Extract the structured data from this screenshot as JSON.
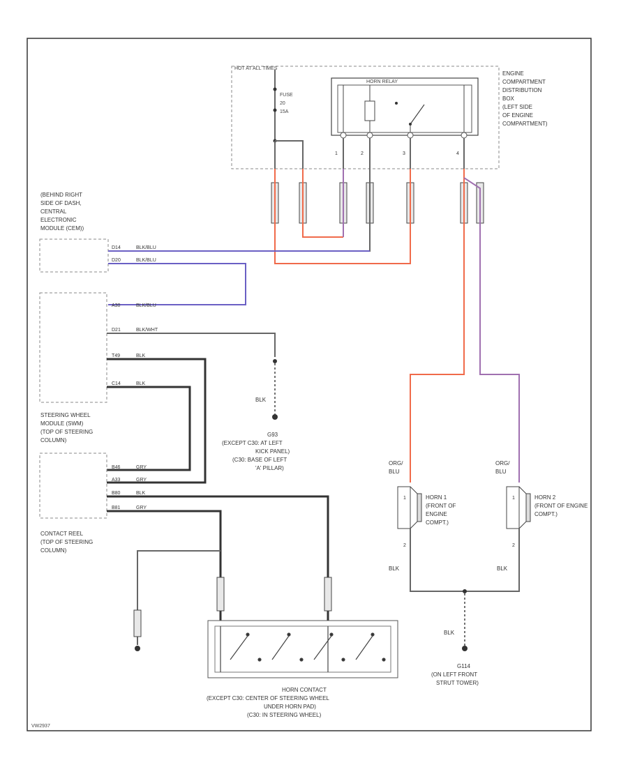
{
  "diagram": {
    "power_box_label": "HOT AT ALL TIMES",
    "fuse": [
      "FUSE",
      "20",
      "15A"
    ],
    "relay_label": "HORN RELAY",
    "relay_pins": [
      "1",
      "2",
      "3",
      "4"
    ],
    "dist_box": [
      "ENGINE",
      "COMPARTMENT",
      "DISTRIBUTION",
      "BOX",
      "(LEFT SIDE",
      "OF ENGINE",
      "COMPARTMENT)"
    ],
    "cem": [
      "(BEHIND RIGHT",
      "SIDE OF DASH,",
      "CENTRAL",
      "ELECTRONIC",
      "MODULE (CEM))"
    ],
    "cem_pins": [
      "D14",
      "D20"
    ],
    "cem_wires": [
      "BLK/BLU",
      "BLK/BLU"
    ],
    "swm_pins": [
      "A30",
      "D21",
      "T49",
      "C14",
      "B46",
      "A33",
      "B80",
      "B81"
    ],
    "swm_wires": [
      "BLK/BLU",
      "BLK/WHT",
      "BLK",
      "BLK",
      "GRY",
      "GRY",
      "BLK",
      "GRY"
    ],
    "swm": [
      "STEERING WHEEL",
      "MODULE (SWM)",
      "(TOP OF STEERING",
      "COLUMN)"
    ],
    "contact_reel": [
      "CONTACT REEL",
      "(TOP OF STEERING",
      "COLUMN)"
    ],
    "ground_wire": "BLK",
    "g30": [
      "G93",
      "(EXCEPT C30: AT LEFT",
      "KICK PANEL)",
      "(C30: BASE OF LEFT",
      "'A' PILLAR)"
    ],
    "horn1": [
      "HORN 1",
      "(FRONT OF",
      "ENGINE",
      "COMPT.)"
    ],
    "horn2": [
      "HORN 2",
      "(FRONT OF ENGINE",
      "COMPT.)"
    ],
    "horn_wire": [
      "ORG/",
      "BLU"
    ],
    "horn_pins": [
      "1",
      "2"
    ],
    "horn_gnd_wire": "BLK",
    "g114": [
      "G114",
      "(ON LEFT FRONT",
      "STRUT TOWER)"
    ],
    "horn_contact": [
      "HORN CONTACT",
      "(EXCEPT C30: CENTER OF STEERING WHEEL",
      "UNDER HORN PAD)",
      "(C30: IN STEERING WHEEL)"
    ],
    "footer_id": "VW2937"
  }
}
